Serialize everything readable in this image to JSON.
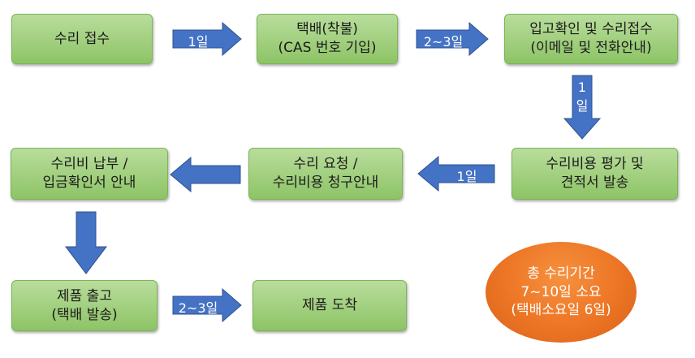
{
  "steps": {
    "repair_intake": "수리 접수",
    "courier_collect": "택배(착불)\n(CAS 번호 기입)",
    "receipt_confirm": "입고확인 및 수리접수\n(이메일 및 전화안내)",
    "cost_estimate": "수리비용 평가 및\n견적서 발송",
    "repair_request": "수리 요청 /\n수리비용 청구안내",
    "payment": "수리비 납부 /\n입금확인서 안내",
    "product_ship": "제품 출고\n(택배 발송)",
    "product_arrival": "제품 도착"
  },
  "durations": {
    "intake_to_courier": "1일",
    "courier_to_receipt": "2~3일",
    "receipt_to_estimate": "1\n일",
    "estimate_to_request": "1일",
    "ship_to_arrival": "2~3일"
  },
  "summary": "총 수리기간\n7~10일 소요\n(택배소요일 6일)",
  "colors": {
    "box_fill": "#a9d18e",
    "arrow_fill": "#4472c4",
    "summary_fill": "#ed7d31"
  }
}
